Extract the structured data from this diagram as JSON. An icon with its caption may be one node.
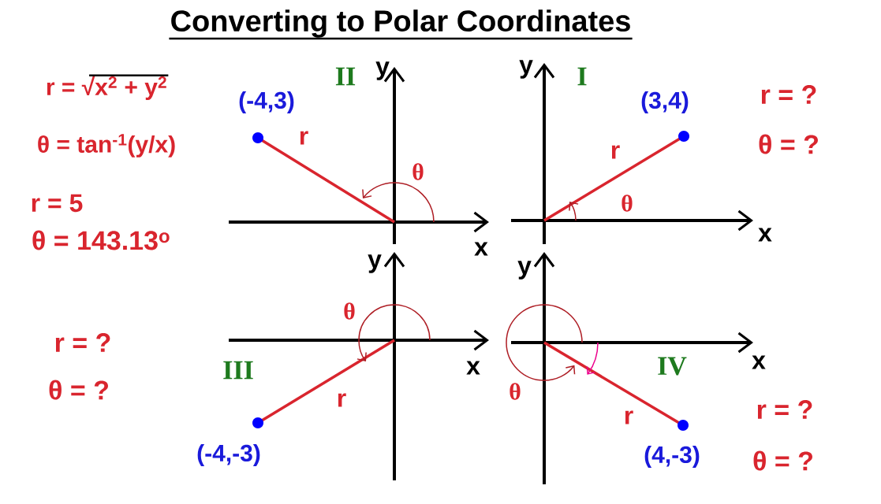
{
  "diagram": {
    "title": "Converting to Polar Coordinates",
    "labels": [
      "r = √x$^{2}$ + y$^{2}$",
      "θ = tan$^{-1}$(y/x)",
      "r = 5",
      "θ = 143.13$^{o}$",
      "r = ?",
      "θ = ?",
      "II",
      "y",
      "(-4,3)",
      "r",
      "θ",
      "x",
      "y",
      "I",
      "(3,4)",
      "r",
      "θ",
      "x",
      "r = ?",
      "θ = ?",
      "y",
      "θ",
      "III",
      "r",
      "(-4,-3)",
      "x",
      "y",
      "θ",
      "IV",
      "r",
      "(4,-3)",
      "x",
      "r = ?",
      "θ = ?"
    ]
  }
}
